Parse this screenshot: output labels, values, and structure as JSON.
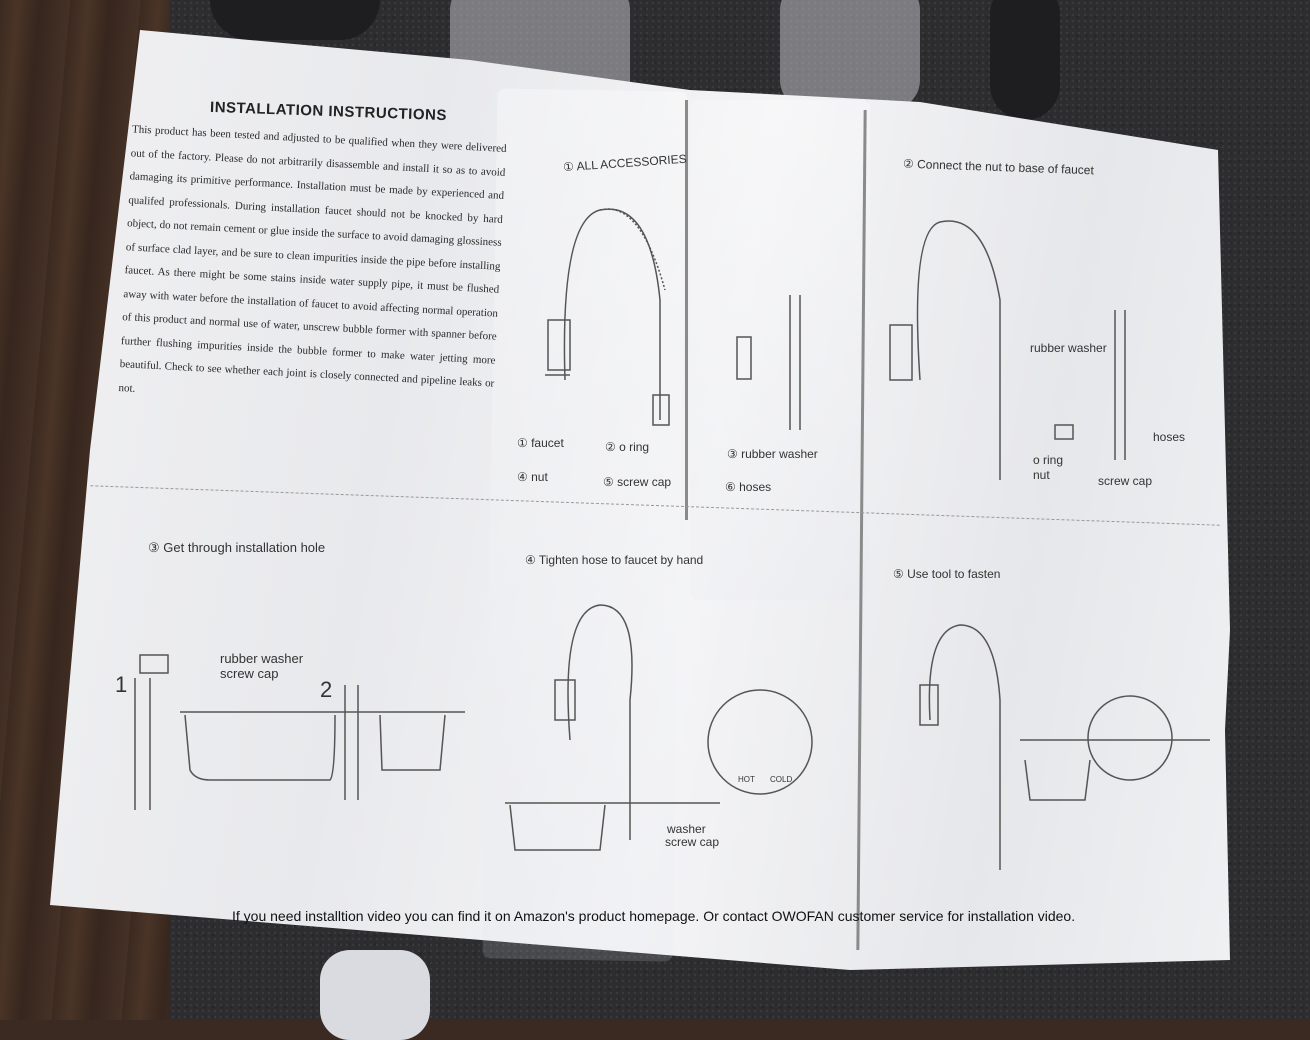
{
  "sheet": {
    "title": "INSTALLATION INSTRUCTIONS",
    "paragraph": "This product has been tested and adjusted to be qualified when they were delivered out of the factory. Please do not arbitrarily disassemble and install it so as to avoid damaging its primitive performance. Installation must be made by experienced and qualifed professionals. During installation faucet should not be knocked by hard object, do not remain cement or glue inside the surface to avoid damaging glossiness of surface clad layer, and be sure to clean impurities inside the pipe before installing faucet. As there might be some stains inside water supply pipe, it must be flushed away with water before the installation of faucet to avoid affecting normal operation of this product and normal use of water, unscrew bubble former with spanner before further flushing impurities inside the bubble former to make water jetting more beautiful. Check to see whether each joint is closely connected and pipeline leaks or not.",
    "steps": {
      "s1": "① ALL ACCESSORIES",
      "s2": "② Connect the nut to base of faucet",
      "s3": "③ Get through installation hole",
      "s4": "④ Tighten hose to faucet by hand",
      "s5": "⑤ Use tool to fasten"
    },
    "accessories": [
      "① faucet",
      "② o ring",
      "③ rubber washer",
      "④ nut",
      "⑤ screw cap",
      "⑥ hoses"
    ],
    "step2_labels": {
      "rubber_washer": "rubber washer",
      "hoses": "hoses",
      "o_ring": "o ring",
      "nut": "nut",
      "screw_cap": "screw cap"
    },
    "step3_labels": {
      "rubber_washer": "rubber washer",
      "screw_cap": "screw cap",
      "n1": "1",
      "n2": "2"
    },
    "step4_labels": {
      "washer": "washer",
      "screw_cap": "screw cap",
      "hot": "HOT",
      "cold": "COLD"
    },
    "footer": "If you need installtion video you can find it on Amazon's product homepage. Or contact OWOFAN customer service for installation video."
  },
  "colors": {
    "paper": "#eeeff1",
    "ink": "#222222",
    "foam": "#2d2d2f",
    "wood": "#3b2a20"
  }
}
